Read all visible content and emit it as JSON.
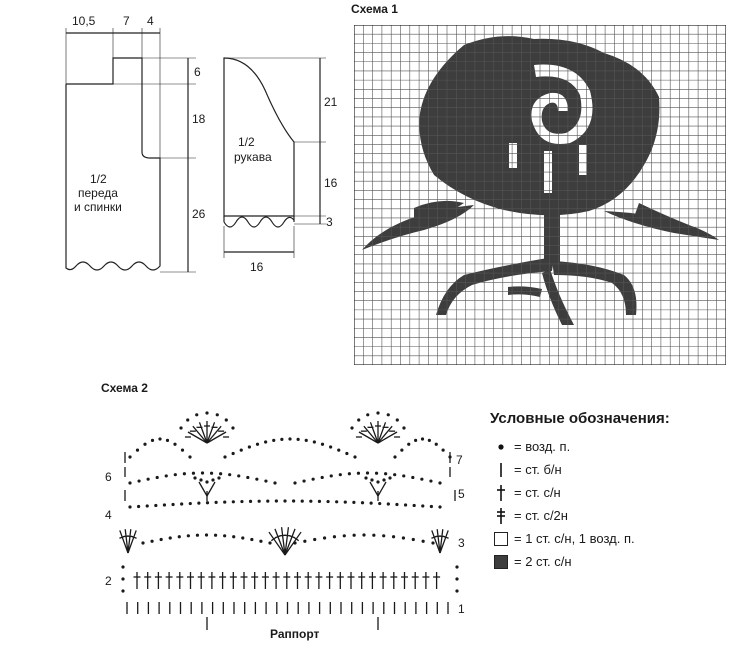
{
  "schematic": {
    "dims_top": [
      "10,5",
      "7",
      "4"
    ],
    "dims_right": [
      "6",
      "18",
      "26"
    ],
    "body_label": [
      "1/2",
      "переда",
      "и спинки"
    ],
    "sleeve_dims_right": [
      "21",
      "16",
      "3"
    ],
    "sleeve_bottom": "16",
    "sleeve_label": [
      "1/2",
      "рукава"
    ]
  },
  "scheme1": {
    "title": "Схема 1",
    "grid_cols": 40,
    "grid_rows": 37,
    "colors": {
      "filled": "#3d3d3d",
      "empty": "#ffffff",
      "line": "#555555"
    }
  },
  "scheme2": {
    "title": "Схема 2",
    "row_numbers_left": [
      "2",
      "4",
      "6"
    ],
    "row_numbers_right": [
      "1",
      "3",
      "5",
      "7"
    ],
    "repeat_label": "Раппорт"
  },
  "legend": {
    "title": "Условные обозначения:",
    "items": [
      {
        "icon": "dot-icon",
        "text": "= возд. п."
      },
      {
        "icon": "bar-icon",
        "text": "= ст. б/н"
      },
      {
        "icon": "cross-icon",
        "text": "= ст. с/н"
      },
      {
        "icon": "double-cross-icon",
        "text": "= ст. с/2н"
      },
      {
        "icon": "empty-square-icon",
        "text": "= 1 ст. с/н, 1 возд. п."
      },
      {
        "icon": "filled-square-icon",
        "text": "= 2 ст. с/н"
      }
    ]
  }
}
